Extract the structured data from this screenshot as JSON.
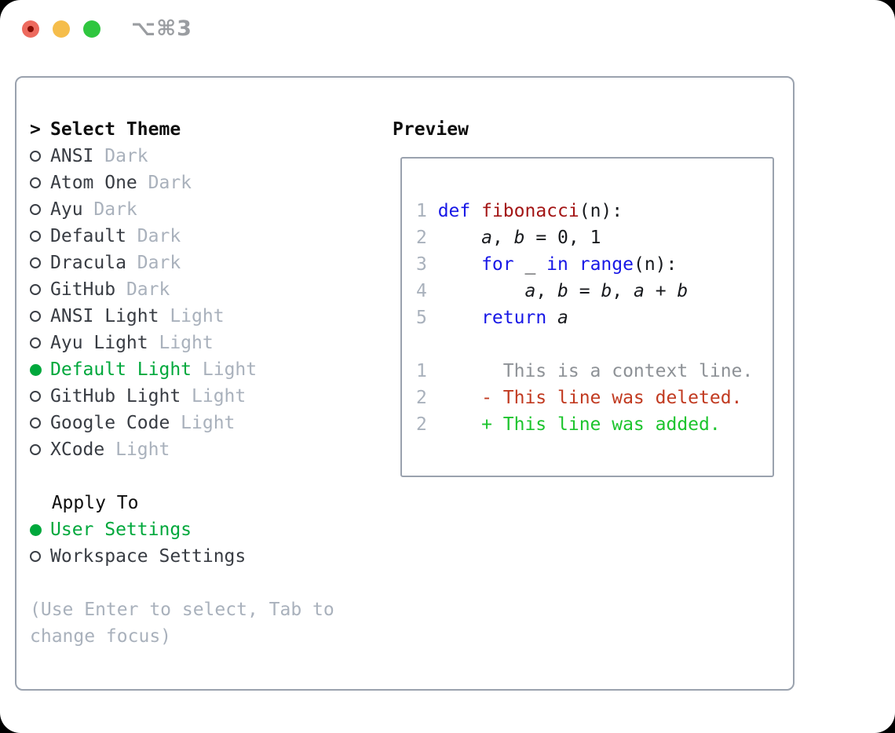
{
  "titlebar": {
    "shortcut": "⌥⌘3",
    "traffic_lights": [
      "close",
      "minimize",
      "zoom"
    ]
  },
  "colors": {
    "accent_green": "#00a83c",
    "added_green": "#1cc42d",
    "deleted_red": "#c13a20",
    "keyword_blue": "#1717e6",
    "function_red": "#a31515",
    "muted_gray": "#a9b1bc",
    "context_gray": "#8d9196",
    "dark_text": "#383c43",
    "border_gray": "#9aa2ae",
    "traffic_red": "#ed6a5e",
    "traffic_yellow": "#f5bd4b",
    "traffic_green": "#2fc63f"
  },
  "theme_picker": {
    "prompt": ">",
    "title": "Select Theme",
    "themes": [
      {
        "name": "ANSI",
        "variant": "Dark",
        "selected": false
      },
      {
        "name": "Atom One",
        "variant": "Dark",
        "selected": false
      },
      {
        "name": "Ayu",
        "variant": "Dark",
        "selected": false
      },
      {
        "name": "Default",
        "variant": "Dark",
        "selected": false
      },
      {
        "name": "Dracula",
        "variant": "Dark",
        "selected": false
      },
      {
        "name": "GitHub",
        "variant": "Dark",
        "selected": false
      },
      {
        "name": "ANSI Light",
        "variant": "Light",
        "selected": false
      },
      {
        "name": "Ayu Light",
        "variant": "Light",
        "selected": false
      },
      {
        "name": "Default Light",
        "variant": "Light",
        "selected": true
      },
      {
        "name": "GitHub Light",
        "variant": "Light",
        "selected": false
      },
      {
        "name": "Google Code",
        "variant": "Light",
        "selected": false
      },
      {
        "name": "XCode",
        "variant": "Light",
        "selected": false
      }
    ],
    "apply_to": {
      "label": "Apply To",
      "options": [
        {
          "name": "User Settings",
          "selected": true
        },
        {
          "name": "Workspace Settings",
          "selected": false
        }
      ]
    },
    "help_text": "(Use Enter to select, Tab to change focus)"
  },
  "preview": {
    "title": "Preview",
    "lines": [
      {
        "num": "1",
        "segs": [
          [
            "kw",
            "def"
          ],
          [
            "pl",
            " "
          ],
          [
            "fn",
            "fibonacci"
          ],
          [
            "pl",
            "(n):"
          ]
        ]
      },
      {
        "num": "2",
        "segs": [
          [
            "pl",
            "    "
          ],
          [
            "var",
            "a"
          ],
          [
            "pl",
            ", "
          ],
          [
            "var",
            "b"
          ],
          [
            "pl",
            " = 0, 1"
          ]
        ]
      },
      {
        "num": "3",
        "segs": [
          [
            "pl",
            "    "
          ],
          [
            "kw",
            "for"
          ],
          [
            "pl",
            " _ "
          ],
          [
            "kw",
            "in"
          ],
          [
            "pl",
            " "
          ],
          [
            "kw",
            "range"
          ],
          [
            "pl",
            "(n):"
          ]
        ]
      },
      {
        "num": "4",
        "segs": [
          [
            "pl",
            "        "
          ],
          [
            "var",
            "a"
          ],
          [
            "pl",
            ", "
          ],
          [
            "var",
            "b"
          ],
          [
            "pl",
            " = "
          ],
          [
            "var",
            "b"
          ],
          [
            "pl",
            ", "
          ],
          [
            "var",
            "a"
          ],
          [
            "pl",
            " + "
          ],
          [
            "var",
            "b"
          ]
        ]
      },
      {
        "num": "5",
        "segs": [
          [
            "pl",
            "    "
          ],
          [
            "kw",
            "return"
          ],
          [
            "pl",
            " "
          ],
          [
            "var",
            "a"
          ]
        ]
      },
      {
        "num": "",
        "segs": []
      },
      {
        "num": "1",
        "segs": [
          [
            "ctx",
            "      This is a context line."
          ]
        ]
      },
      {
        "num": "2",
        "segs": [
          [
            "del",
            "    - This line was deleted."
          ]
        ]
      },
      {
        "num": "2",
        "segs": [
          [
            "add",
            "    + This line was added."
          ]
        ]
      }
    ]
  }
}
